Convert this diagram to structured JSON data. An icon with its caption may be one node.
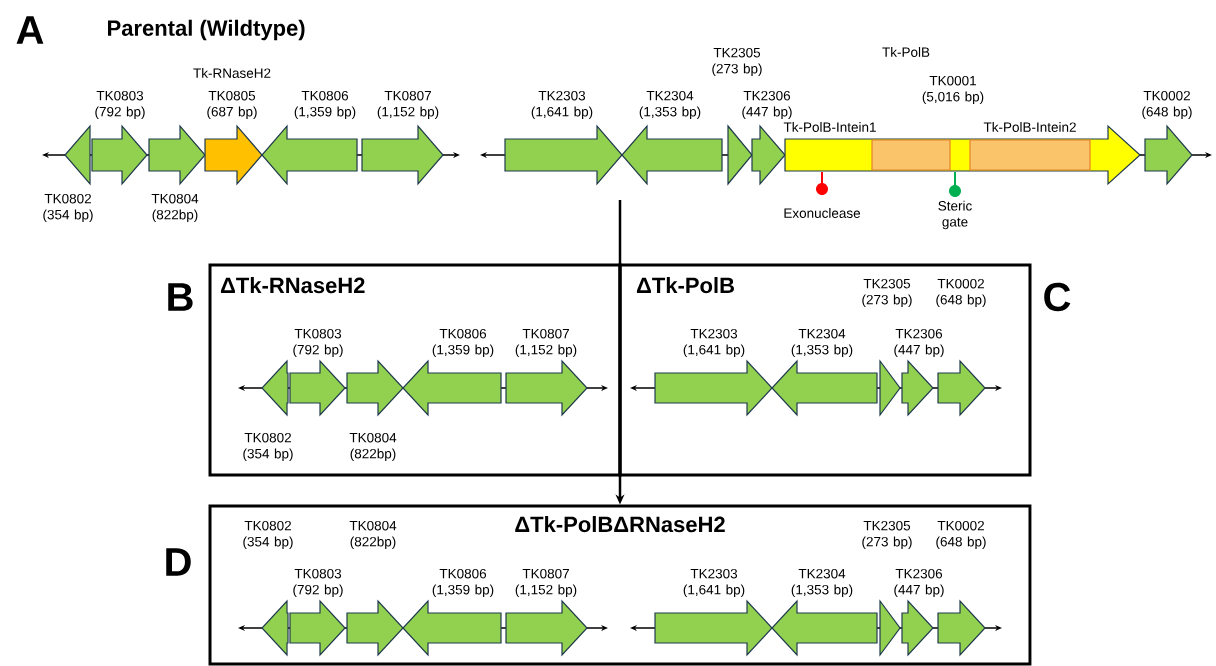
{
  "diagram": {
    "title": "Parental (Wildtype)",
    "nodes": [
      {
        "text": [
          "ΔTk-RNaseH2"
        ]
      },
      {
        "text": [
          "ΔTk-PolB"
        ]
      },
      {
        "text": [
          "ΔTk-PolBΔRNaseH2"
        ]
      }
    ],
    "edges": [
      {
        "from": null,
        "to": 2,
        "arrow": "to"
      }
    ],
    "labels": [
      "A",
      "Tk-RNaseH2",
      "TK0803 (792 bp)",
      "TK0805 (687 bp)",
      "TK0806 (1,359 bp)",
      "TK0807 (1,152 bp)",
      "TK0802 (354 bp)",
      "TK0804 (822bp)",
      "TK2305 (273 bp)",
      "Tk-PolB",
      "TK2303 (1,641 bp)",
      "TK2304 (1,353 bp)",
      "TK2306 (447 bp)",
      "TK0001 (5,016 bp)",
      "TK0002 (648 bp)",
      "Tk-PolB-Intein1",
      "Tk-PolB-Intein2",
      "Exonuclease",
      "Steric gate",
      "B",
      "C",
      "TK0803 (792 bp)",
      "TK0806 (1,359 bp)",
      "TK0807 (1,152 bp)",
      "TK0802 (354 bp)",
      "TK0804 (822bp)",
      "TK2305 (273 bp)",
      "TK0002 (648 bp)",
      "TK2303 (1,641 bp)",
      "TK2304 (1,353 bp)",
      "TK2306 (447 bp)",
      "D",
      "TK0802 (354 bp)",
      "TK0804 (822bp)",
      "TK2305 (273 bp)",
      "TK0002 (648 bp)",
      "TK0803 (792 bp)",
      "TK0806 (1,359 bp)",
      "TK0807 (1,152 bp)",
      "TK2303 (1,641 bp)",
      "TK2304 (1,353 bp)",
      "TK2306 (447 bp)"
    ]
  }
}
